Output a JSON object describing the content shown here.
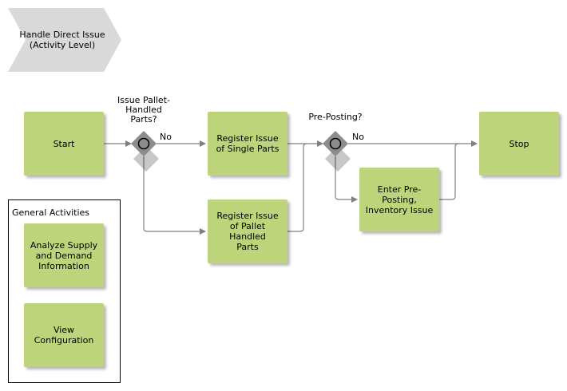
{
  "process": {
    "title": "Handle Direct Issue\n(Activity Level)"
  },
  "nodes": {
    "start": "Start",
    "register_single": "Register Issue\nof Single Parts",
    "register_pallet": "Register Issue\nof Pallet Handled\nParts",
    "enter_preposting": "Enter Pre-\nPosting,\nInventory Issue",
    "stop": "Stop"
  },
  "gateways": {
    "pallet_question": "Issue Pallet-\nHandled\nParts?",
    "pallet_no": "No",
    "preposting_question": "Pre-Posting?",
    "preposting_no": "No"
  },
  "general_activities": {
    "title": "General Activities",
    "items": [
      "Analyze Supply\nand Demand\nInformation",
      "View\nConfiguration"
    ]
  },
  "colors": {
    "activity_fill": "#bdd47a",
    "gateway_fill": "#8c8c8c",
    "connector": "#808080",
    "title_shape": "#d9d9d9"
  }
}
